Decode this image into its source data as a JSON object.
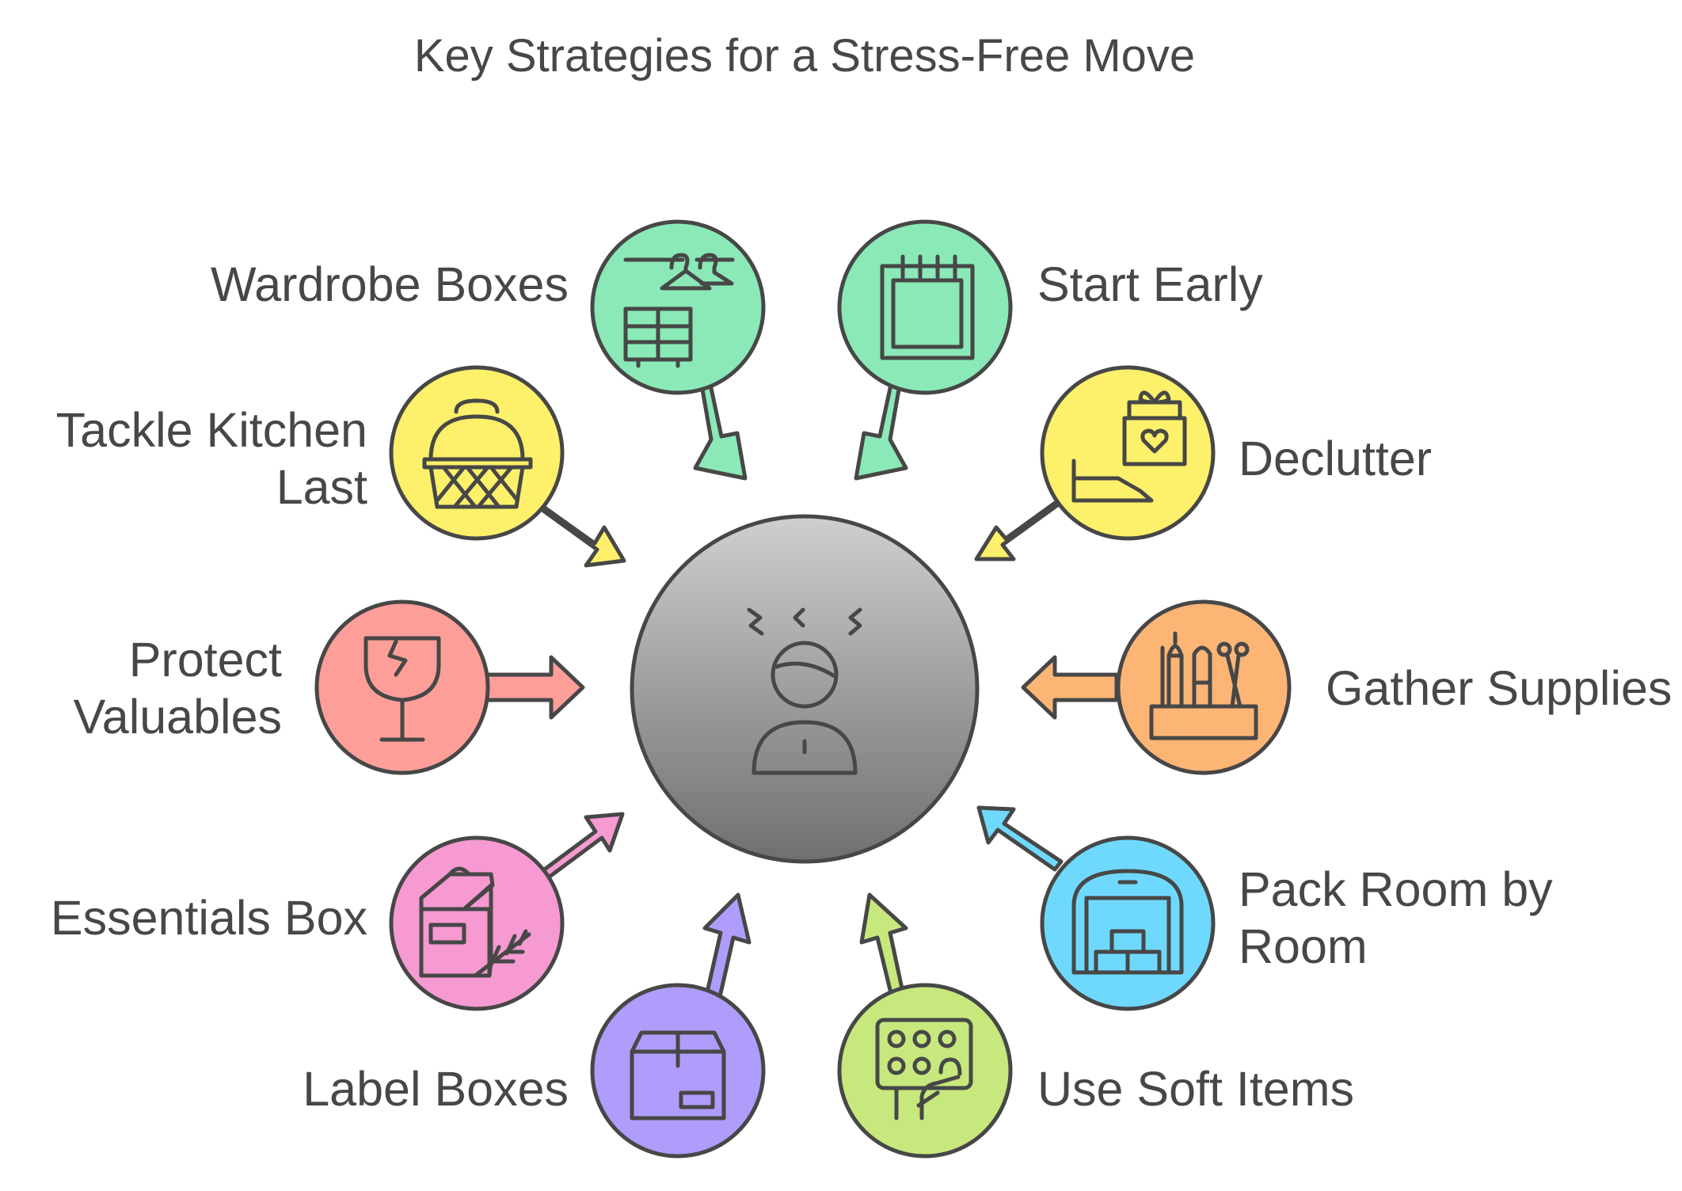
{
  "title": "Key Strategies for a Stress-Free Move",
  "colors": {
    "outline": "#474747",
    "text": "#474747",
    "center_top": "#cfcfcf",
    "center_bottom": "#6f6f6f"
  },
  "center": {
    "icon": "stressed-person-icon"
  },
  "strategies": [
    {
      "key": "wardrobe",
      "lines": [
        "Wardrobe Boxes"
      ],
      "color": "#8ae9b7",
      "icon": "wardrobe-hanger-icon"
    },
    {
      "key": "start",
      "lines": [
        "Start Early"
      ],
      "color": "#8ae9b7",
      "icon": "calendar-icon"
    },
    {
      "key": "kitchen",
      "lines": [
        "Tackle Kitchen",
        "Last"
      ],
      "color": "#fdf06a",
      "icon": "basket-icon"
    },
    {
      "key": "declutter",
      "lines": [
        "Declutter"
      ],
      "color": "#fdf06a",
      "icon": "donate-gift-icon"
    },
    {
      "key": "protect",
      "lines": [
        "Protect",
        "Valuables"
      ],
      "color": "#fe9e99",
      "icon": "fragile-glass-icon"
    },
    {
      "key": "supplies",
      "lines": [
        "Gather Supplies"
      ],
      "color": "#fdb576",
      "icon": "supplies-holder-icon"
    },
    {
      "key": "essentials",
      "lines": [
        "Essentials Box"
      ],
      "color": "#f69ad1",
      "icon": "essentials-box-icon"
    },
    {
      "key": "room",
      "lines": [
        "Pack Room by",
        "Room"
      ],
      "color": "#6fd9fd",
      "icon": "storage-room-icon"
    },
    {
      "key": "label",
      "lines": [
        "Label Boxes"
      ],
      "color": "#b09cfb",
      "icon": "labeled-box-icon"
    },
    {
      "key": "soft",
      "lines": [
        "Use Soft Items"
      ],
      "color": "#c7e87d",
      "icon": "bubble-wrap-icon"
    }
  ]
}
